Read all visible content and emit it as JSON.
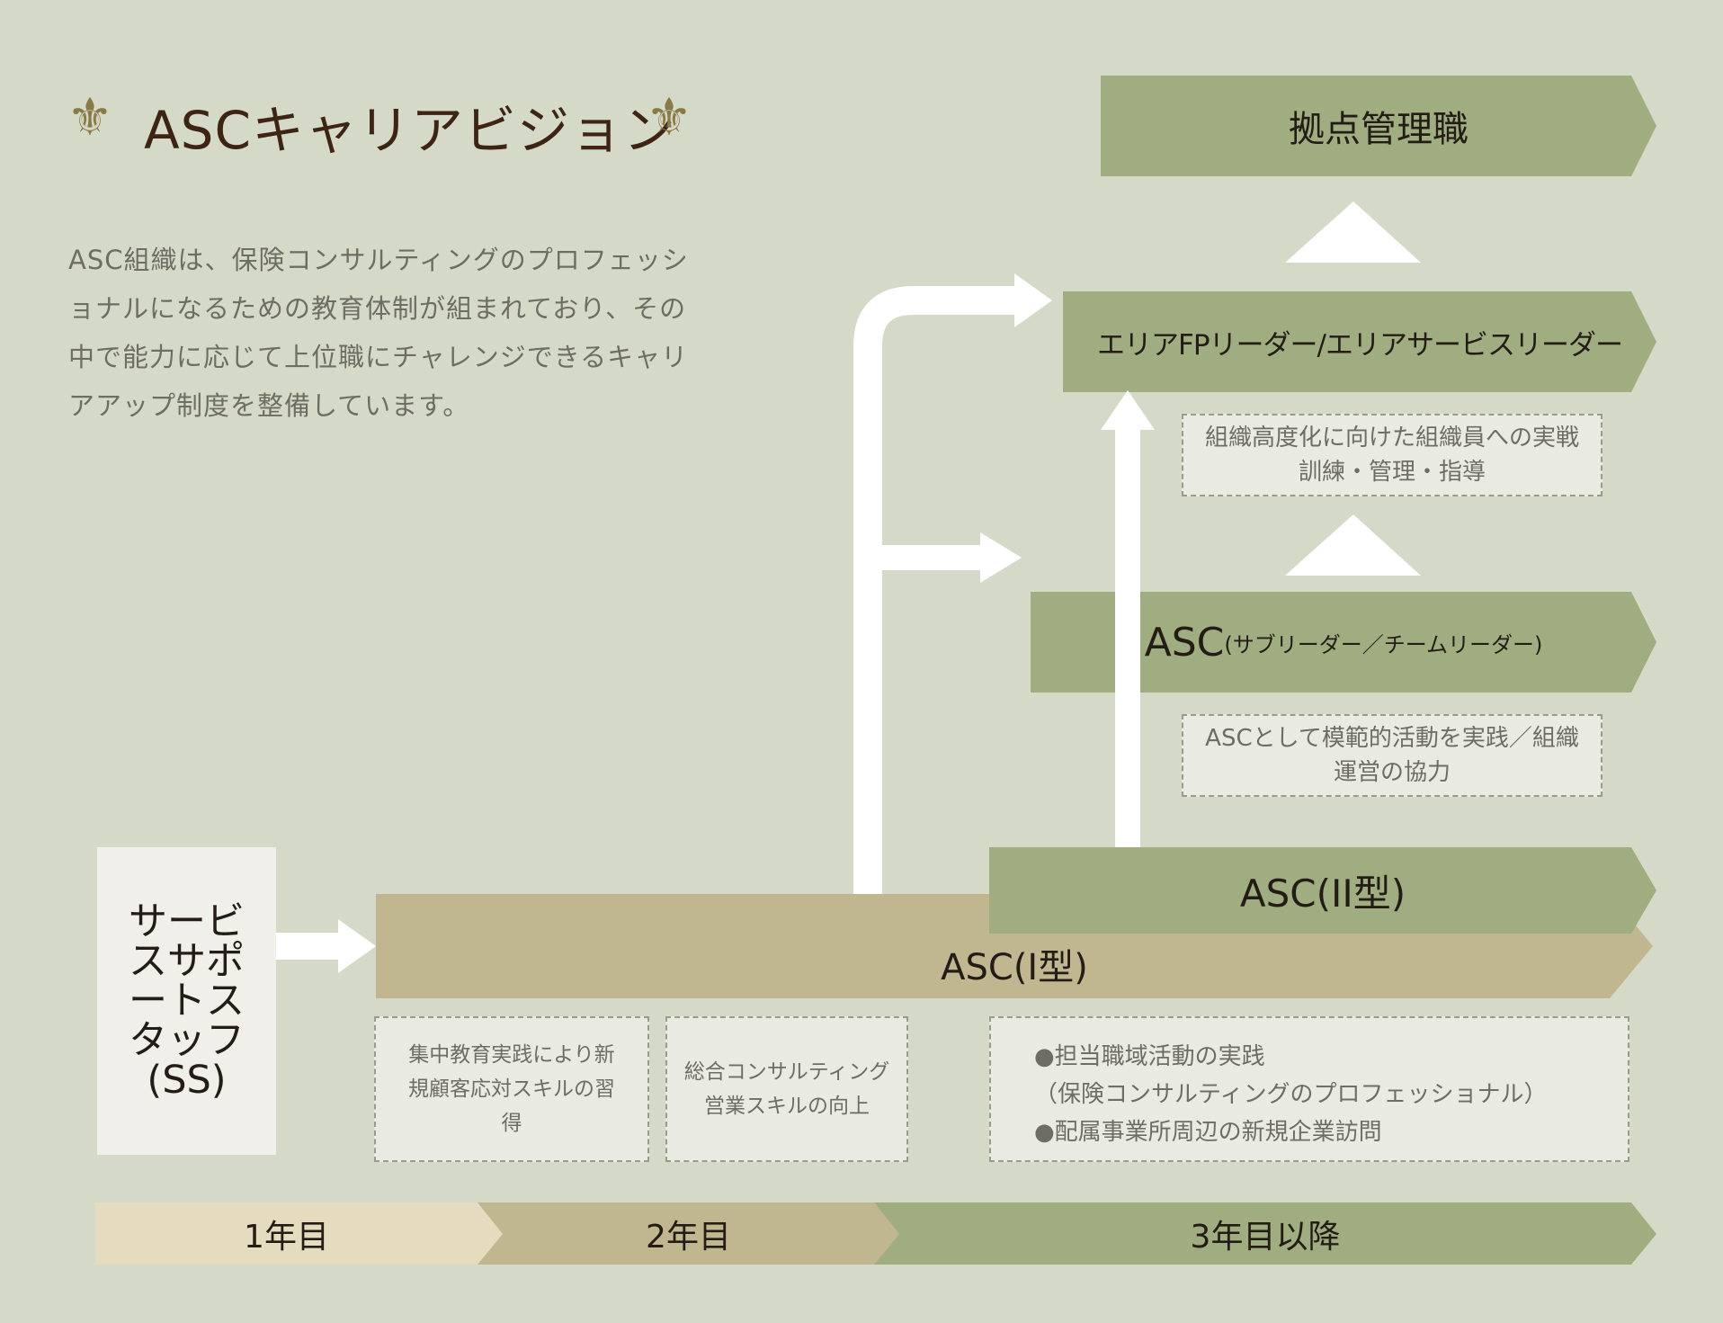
{
  "title": {
    "text": "ASCキャリアビジョン",
    "ornament": "⚜"
  },
  "intro": "ASC組織は、保険コンサルティングのプロフェッショナルになるための教育体制が組まれており、その中で能力に応じて上位職にチャレンジできるキャリアアップ制度を整備しています。",
  "roles": {
    "kyoten": "拠点管理職",
    "area": "エリアFPリーダー/エリアサービスリーダー",
    "asc_leader_main": "ASC",
    "asc_leader_sub": "(サブリーダー／チームリーダー)",
    "asc2": "ASC(II型)",
    "asc1": "ASC(I型)",
    "ss": "サービスサポートスタッフ(SS)"
  },
  "notes": {
    "area": "組織高度化に向けた組織員への実戦訓練・管理・指導",
    "asc_leader": "ASCとして模範的活動を実践／組織運営の協力",
    "year1": "集中教育実践により新規顧客応対スキルの習得",
    "year2": "総合コンサルティング営業スキルの向上",
    "year3_line1": "●担当職域活動の実践",
    "year3_line2": "（保険コンサルティングのプロフェッショナル）",
    "year3_line3": "●配属事業所周辺の新規企業訪問"
  },
  "timeline": [
    {
      "label": "1年目",
      "color": "#e5dcc0"
    },
    {
      "label": "2年目",
      "color": "#c0b690"
    },
    {
      "label": "3年目以降",
      "color": "#9fad80"
    }
  ],
  "colors": {
    "green": "#9fad80",
    "tan": "#c0b690",
    "cream": "#e5dcc0",
    "bg": "#d5dac8",
    "white": "#ffffff"
  }
}
